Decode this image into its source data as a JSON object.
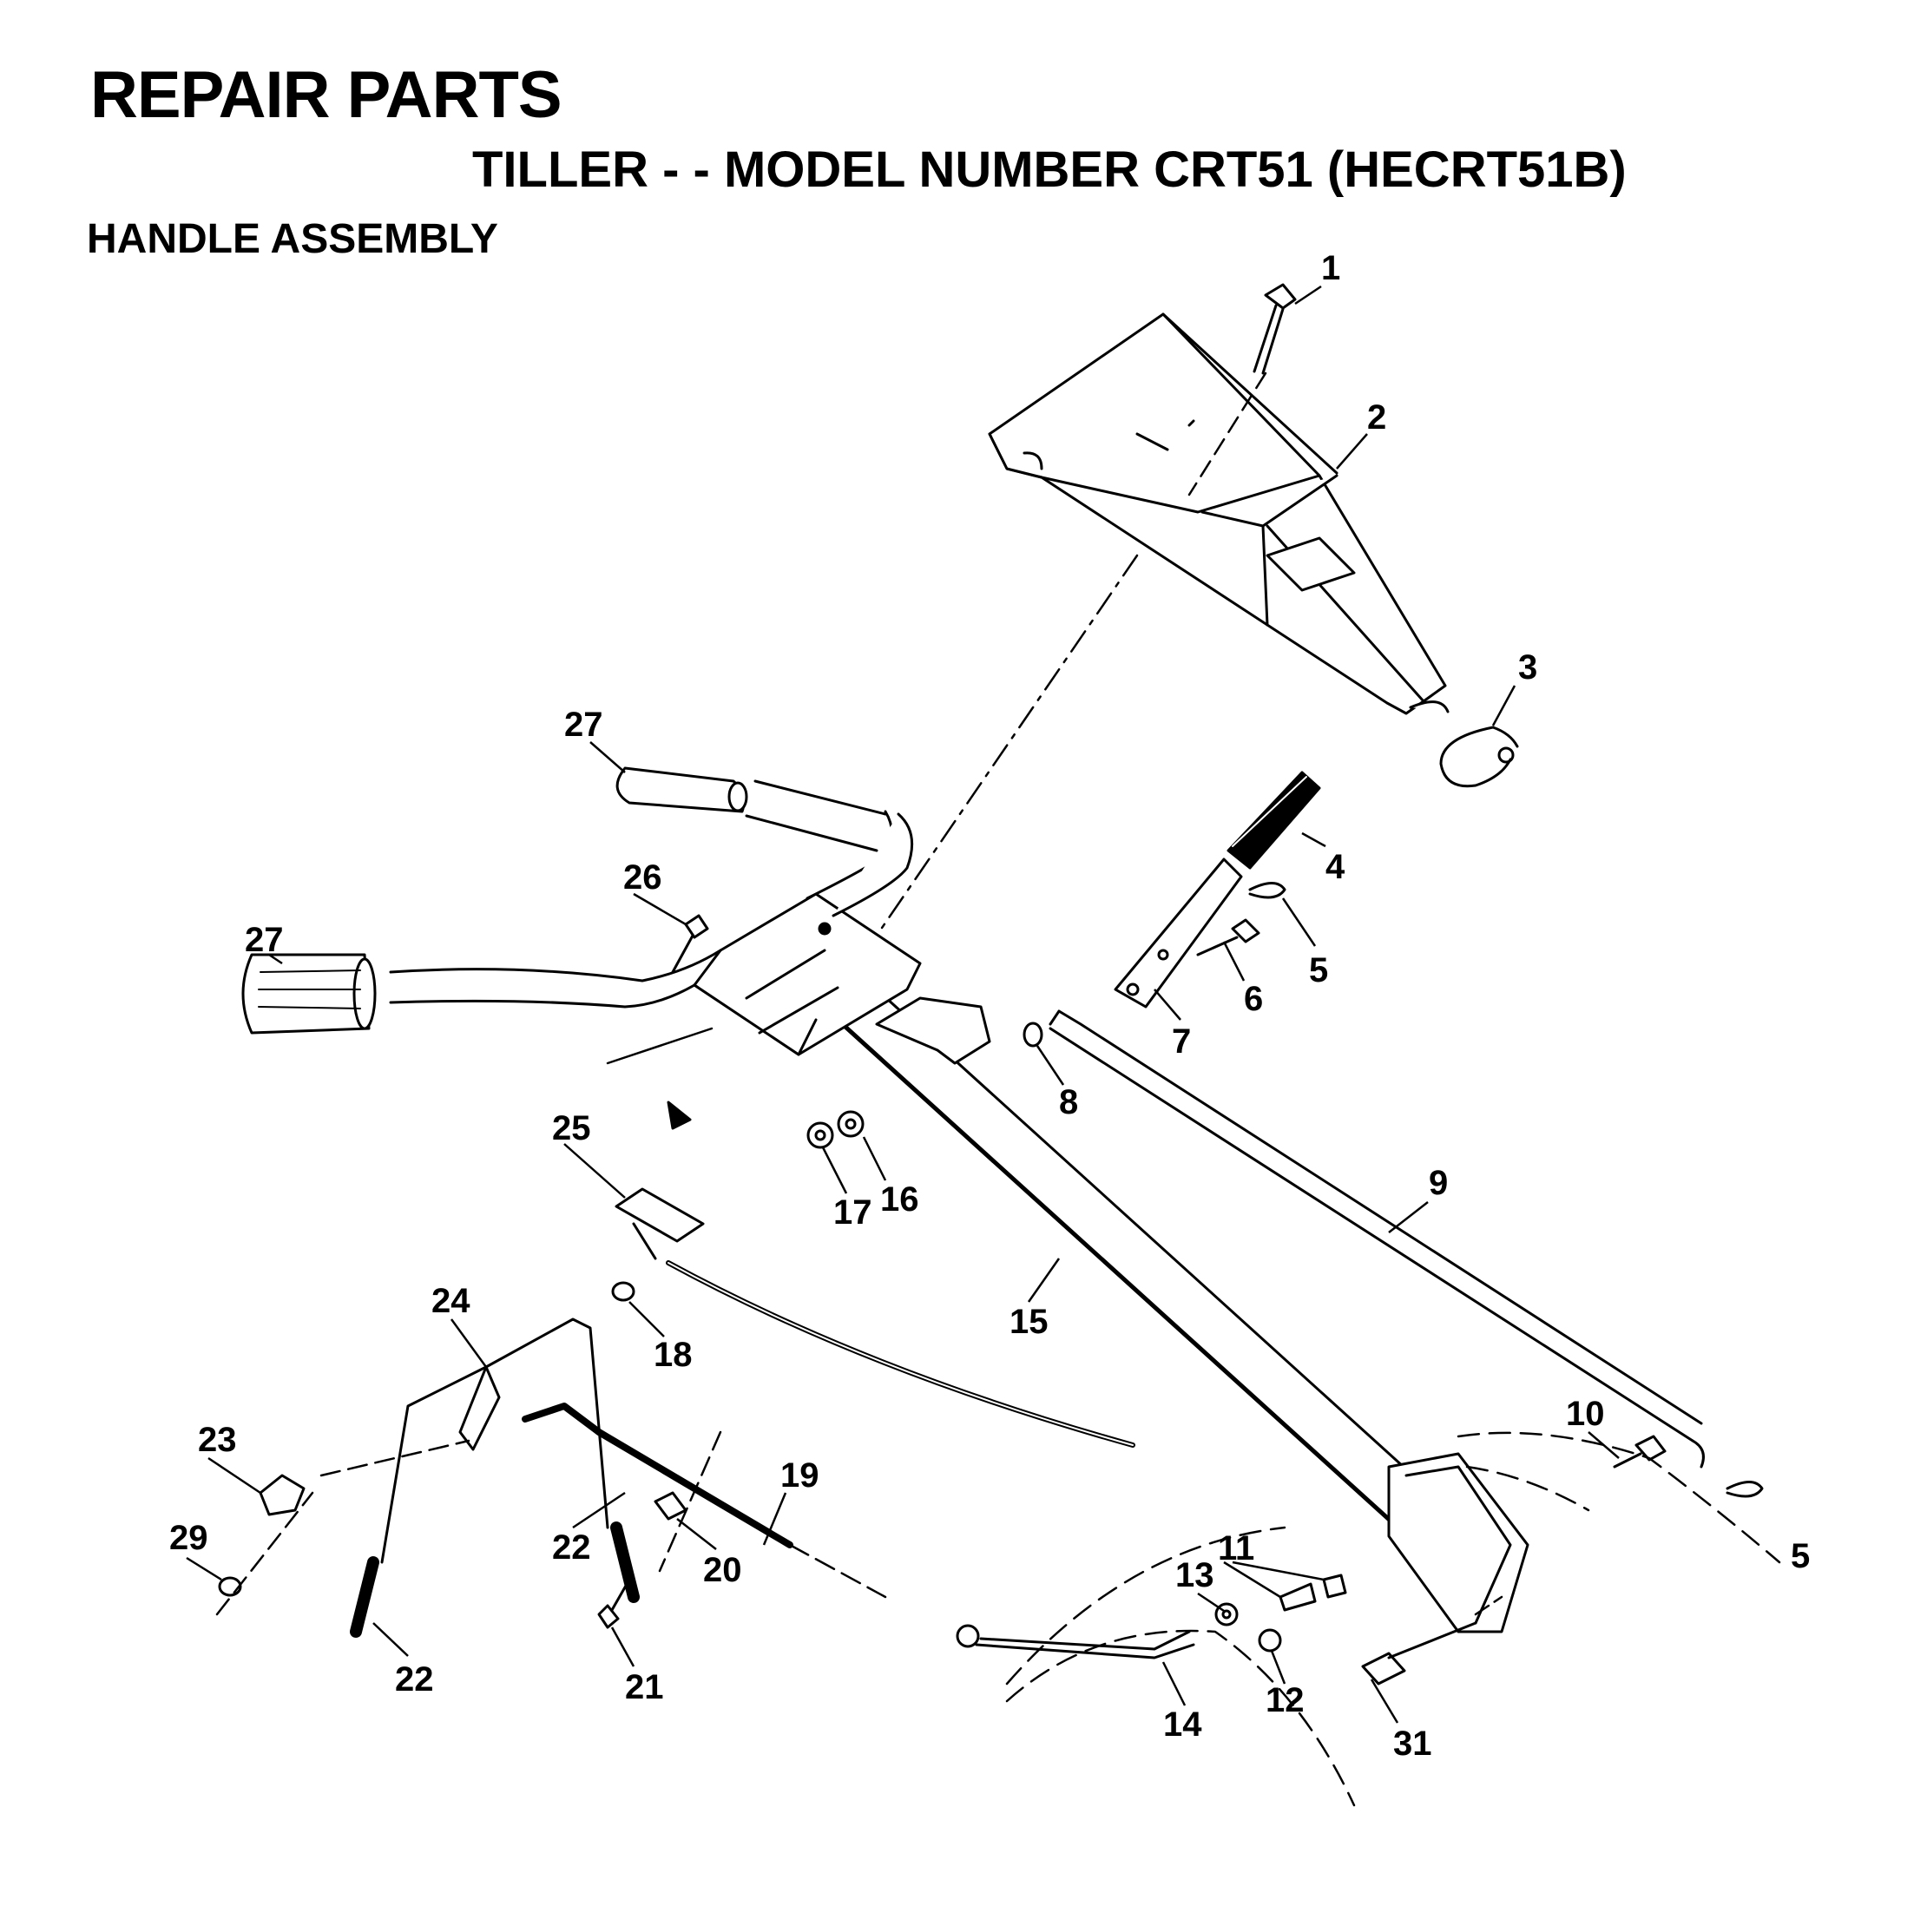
{
  "header": {
    "title": "REPAIR PARTS",
    "subtitle": "TILLER - - MODEL NUMBER CRT51 (HECRT51B)",
    "section": "HANDLE ASSEMBLY"
  },
  "parts": {
    "p1": "1",
    "p2": "2",
    "p3": "3",
    "p4": "4",
    "p5a": "5",
    "p5b": "5",
    "p6": "6",
    "p7": "7",
    "p8": "8",
    "p9": "9",
    "p10": "10",
    "p11": "11",
    "p12": "12",
    "p13": "13",
    "p14": "14",
    "p15": "15",
    "p16": "16",
    "p17": "17",
    "p18": "18",
    "p19": "19",
    "p20": "20",
    "p21": "21",
    "p22a": "22",
    "p22b": "22",
    "p23": "23",
    "p24": "24",
    "p25": "25",
    "p26": "26",
    "p27a": "27",
    "p27b": "27",
    "p29": "29",
    "p31": "31"
  }
}
